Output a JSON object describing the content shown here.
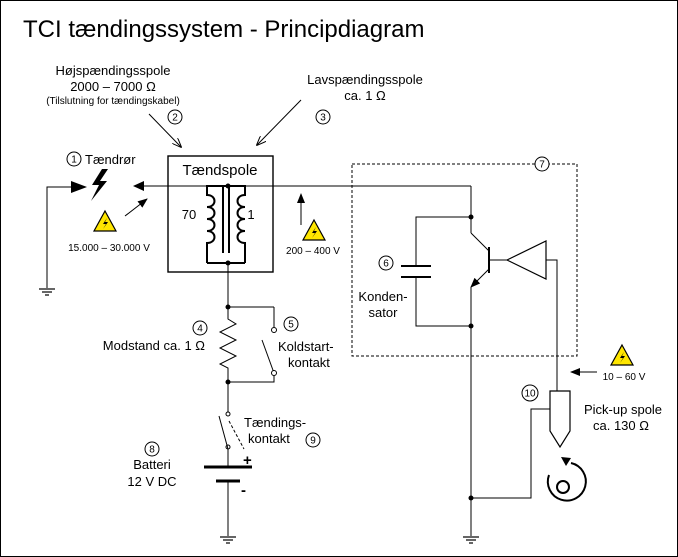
{
  "title": "TCI tændingssystem - Principdiagram",
  "labels": {
    "hv_coil_name": "Højspændingsspole",
    "hv_coil_ohm": "2000 – 7000 Ω",
    "hv_coil_note": "(Tilslutning for tændingskabel)",
    "lv_coil_name": "Lavspændingsspole",
    "lv_coil_ohm": "ca.  1 Ω",
    "spark_plug": "Tændrør",
    "spark_voltage": "15.000 – 30.000 V",
    "coil": "Tændspole",
    "winding_secondary": "70",
    "winding_primary": "1",
    "primary_voltage": "200 – 400 V",
    "capacitor_l1": "Konden-",
    "capacitor_l2": "sator",
    "resistor": "Modstand ca. 1 Ω",
    "coldstart_l1": "Koldstart-",
    "coldstart_l2": "kontakt",
    "ignition_switch_l1": "Tændings-",
    "ignition_switch_l2": "kontakt",
    "battery_l1": "Batteri",
    "battery_l2": "12 V DC",
    "pickup_voltage": "10 – 60 V",
    "pickup_l1": "Pick-up spole",
    "pickup_l2": "ca. 130 Ω",
    "plus": "+",
    "minus": "-"
  },
  "callouts": [
    "1",
    "2",
    "3",
    "4",
    "5",
    "6",
    "7",
    "8",
    "9",
    "10"
  ],
  "icons": [
    "lightning-icon",
    "high-voltage-warning-icon",
    "ground-icon",
    "rotor-icon"
  ],
  "colors": {
    "line": "#000000",
    "warning_fill": "#ffe600",
    "background": "#ffffff"
  }
}
